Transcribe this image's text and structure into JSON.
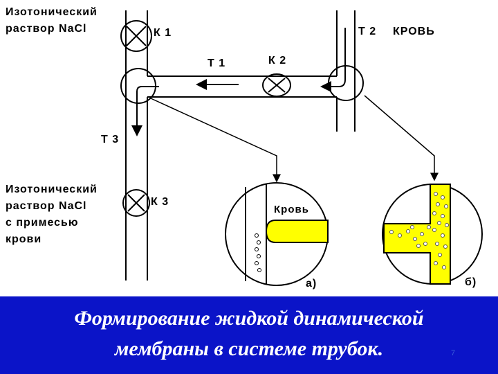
{
  "labels": {
    "solution_top_line1": "Изотонический",
    "solution_top_line2": "раствор NaCl",
    "k1": "К 1",
    "k2": "К 2",
    "k3": "К 3",
    "t1": "Т 1",
    "t2": "Т 2",
    "t3": "Т 3",
    "blood_top": "КРОВЬ",
    "solution_bottom_line1": "Изотонический",
    "solution_bottom_line2": "раствор NaCl",
    "solution_bottom_line3": "с примесью",
    "solution_bottom_line4": "крови",
    "blood_inset": "Кровь",
    "inset_a": "а)",
    "inset_b": "б)"
  },
  "colors": {
    "blood_fill": "#ffff00",
    "banner_bg": "#0b14c8",
    "caption_text": "#ffffff",
    "lines": "#000000"
  },
  "caption": {
    "line1": "Формирование  жидкой  динамической",
    "line2": "мембраны  в системе трубок."
  },
  "page_number": "7"
}
